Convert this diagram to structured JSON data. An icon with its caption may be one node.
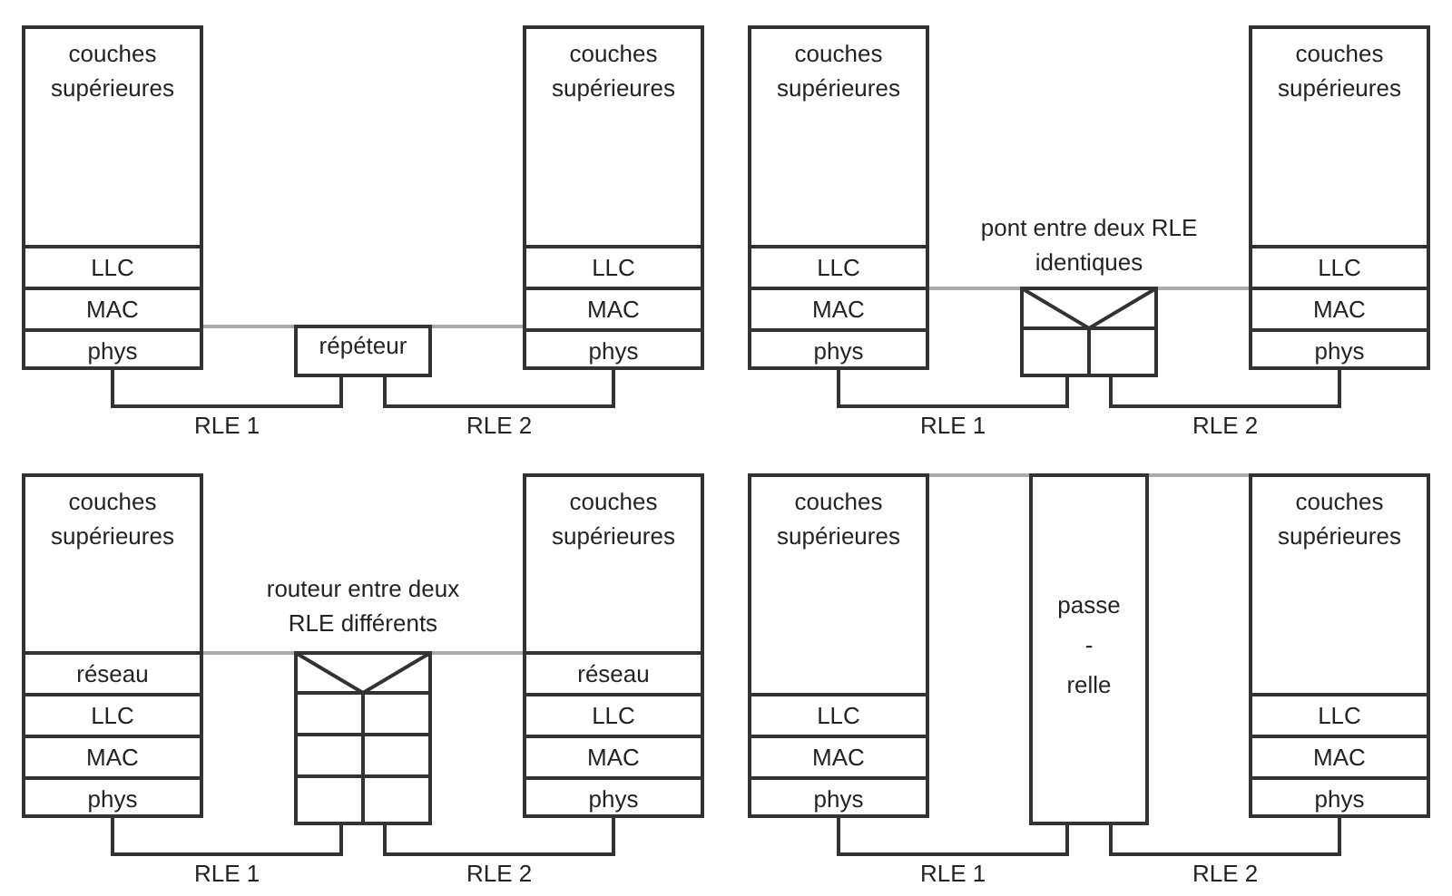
{
  "diagram": {
    "nodes": [
      {
        "text": [
          "couches supérieures"
        ]
      },
      {
        "text": [
          "LLC"
        ]
      },
      {
        "text": [
          "MAC"
        ]
      },
      {
        "text": [
          "phys"
        ]
      },
      {
        "text": [
          "répéteur"
        ]
      },
      {
        "text": [
          "couches supérieures"
        ]
      },
      {
        "text": [
          "LLC"
        ]
      },
      {
        "text": [
          "MAC"
        ]
      },
      {
        "text": [
          "phys"
        ]
      },
      {
        "text": [
          "couches supérieures"
        ]
      },
      {
        "text": [
          "LLC"
        ]
      },
      {
        "text": [
          "MAC"
        ]
      },
      {
        "text": [
          "phys"
        ]
      },
      {
        "text": [
          "pont entre deux RLE identiques"
        ]
      },
      {
        "text": [
          "couches supérieures"
        ]
      },
      {
        "text": [
          "LLC"
        ]
      },
      {
        "text": [
          "MAC"
        ]
      },
      {
        "text": [
          "phys"
        ]
      },
      {
        "text": [
          "couches supérieures"
        ]
      },
      {
        "text": [
          "réseau"
        ]
      },
      {
        "text": [
          "LLC"
        ]
      },
      {
        "text": [
          "MAC"
        ]
      },
      {
        "text": [
          "phys"
        ]
      },
      {
        "text": [
          "routeur entre deux RLE différents"
        ]
      },
      {
        "text": [
          "couches supérieures"
        ]
      },
      {
        "text": [
          "réseau"
        ]
      },
      {
        "text": [
          "LLC"
        ]
      },
      {
        "text": [
          "MAC"
        ]
      },
      {
        "text": [
          "phys"
        ]
      },
      {
        "text": [
          "couches supérieures"
        ]
      },
      {
        "text": [
          "LLC"
        ]
      },
      {
        "text": [
          "MAC"
        ]
      },
      {
        "text": [
          "phys"
        ]
      },
      {
        "text": [
          "passe - relle"
        ]
      },
      {
        "text": [
          "couches supérieures"
        ]
      },
      {
        "text": [
          "LLC"
        ]
      },
      {
        "text": [
          "MAC"
        ]
      },
      {
        "text": [
          "phys"
        ]
      }
    ],
    "edges": [
      {
        "from": 3,
        "to": 4,
        "arrow": "none",
        "label": "RLE 1"
      },
      {
        "from": 4,
        "to": 8,
        "arrow": "none",
        "label": "RLE 2"
      },
      {
        "from": 12,
        "to": 13,
        "arrow": "none",
        "label": "RLE 1"
      },
      {
        "from": 13,
        "to": 17,
        "arrow": "none",
        "label": "RLE 2"
      },
      {
        "from": 22,
        "to": 23,
        "arrow": "none",
        "label": "RLE 1"
      },
      {
        "from": 23,
        "to": 28,
        "arrow": "none",
        "label": "RLE 2"
      },
      {
        "from": 32,
        "to": 33,
        "arrow": "none",
        "label": "RLE 1"
      },
      {
        "from": 33,
        "to": 37,
        "arrow": "none",
        "label": "RLE 2"
      },
      {
        "from": 3,
        "to": 4,
        "arrow": "none",
        "color": "#aaaaaa"
      },
      {
        "from": 4,
        "to": 8,
        "arrow": "none",
        "color": "#aaaaaa"
      },
      {
        "from": 11,
        "to": 13,
        "arrow": "none",
        "color": "#aaaaaa"
      },
      {
        "from": 13,
        "to": 16,
        "arrow": "none",
        "color": "#aaaaaa"
      },
      {
        "from": 19,
        "to": 23,
        "arrow": "none",
        "color": "#aaaaaa"
      },
      {
        "from": 23,
        "to": 25,
        "arrow": "none",
        "color": "#aaaaaa"
      },
      {
        "from": 29,
        "to": 33,
        "arrow": "none",
        "color": "#aaaaaa"
      },
      {
        "from": 33,
        "to": 34,
        "arrow": "none",
        "color": "#aaaaaa"
      }
    ]
  }
}
